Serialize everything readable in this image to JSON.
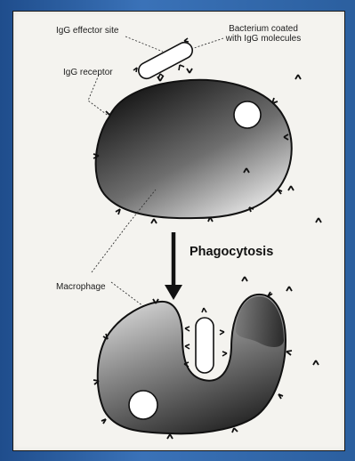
{
  "labels": {
    "igg_effector_site": "IgG effector site",
    "bacterium_coated_line1": "Bacterium coated",
    "bacterium_coated_line2": "with IgG molecules",
    "igg_receptor": "IgG receptor",
    "macrophage": "Macrophage"
  },
  "process": {
    "step": "Phagocytosis"
  },
  "colors": {
    "cell_dark": "#1e1e1e",
    "cell_light": "#d9d9d9",
    "paper": "#f4f3ef",
    "frame": "#2f5f9c"
  }
}
